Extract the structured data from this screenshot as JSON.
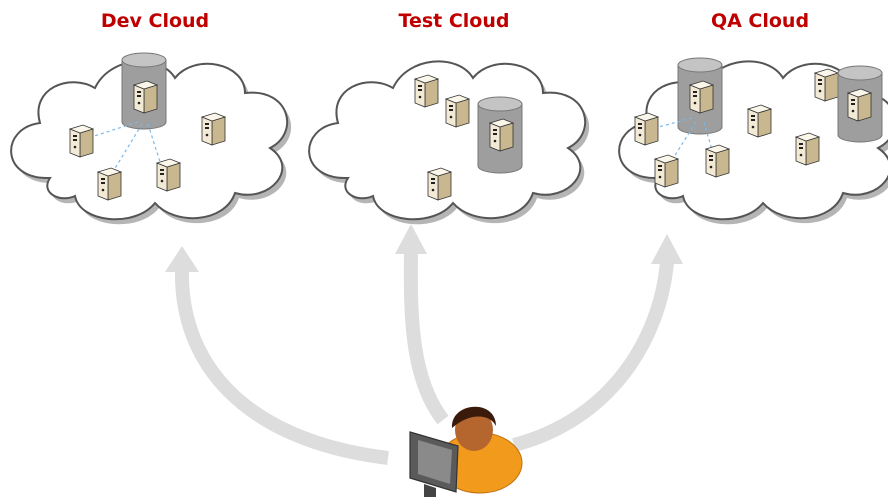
{
  "colors": {
    "title": "#c00000",
    "cloud_fill": "#ffffff",
    "cloud_stroke": "#555555",
    "cloud_shadow": "#b5b5b5",
    "arrow": "#dddddd",
    "database": "#9e9e9e",
    "server_body": "#e8dcc0",
    "connector": "#7ab8e8",
    "person_shirt": "#f29a1c",
    "person_skin": "#b5652e",
    "person_hair": "#3a1a0a",
    "monitor": "#555555"
  },
  "clouds": [
    {
      "title": "Dev Cloud",
      "icons": [
        "database-icon",
        "server-icon"
      ],
      "server_count": 4,
      "has_database": true
    },
    {
      "title": "Test Cloud",
      "icons": [
        "database-icon",
        "server-icon"
      ],
      "server_count": 3,
      "has_database": true
    },
    {
      "title": "QA Cloud",
      "icons": [
        "database-icon",
        "server-icon"
      ],
      "server_count": 6,
      "has_database": true,
      "database_count": 2
    }
  ],
  "user": {
    "icon": "user-at-computer-icon"
  },
  "arrows": {
    "icon": "curved-arrow-icon",
    "count": 3
  }
}
